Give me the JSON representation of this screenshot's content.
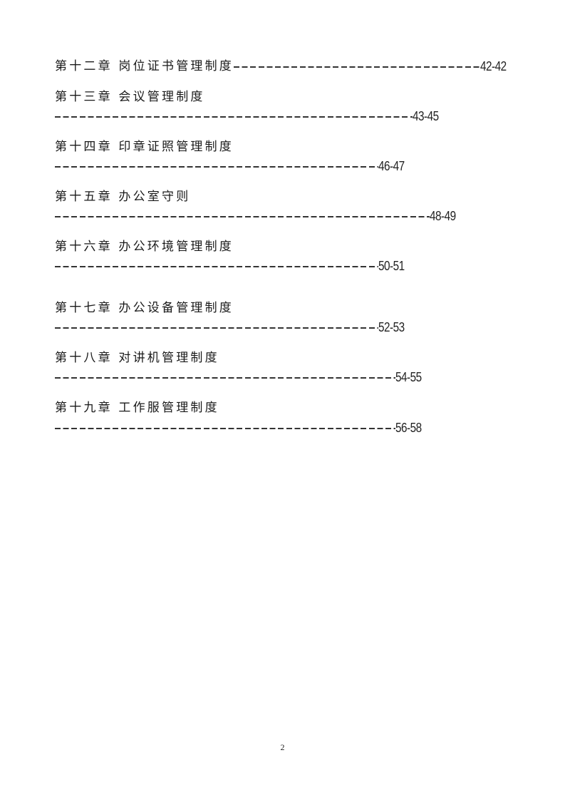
{
  "document": {
    "type": "table-of-contents",
    "page_number": "2"
  },
  "toc": [
    {
      "chapter": "第十二章",
      "title": "岗位证书管理制度",
      "pages": "42-42",
      "layout": "inline"
    },
    {
      "chapter": "第十三章",
      "title": "会议管理制度",
      "pages": "43-45",
      "layout": "wrapped"
    },
    {
      "chapter": "第十四章",
      "title": "印章证照管理制度",
      "pages": "46-47",
      "layout": "wrapped"
    },
    {
      "chapter": "第十五章",
      "title": "办公室守则",
      "pages": "48-49",
      "layout": "wrapped"
    },
    {
      "chapter": "第十六章",
      "title": "办公环境管理制度",
      "pages": "50-51",
      "layout": "wrapped"
    },
    {
      "chapter": "第十七章",
      "title": "办公设备管理制度",
      "pages": "52-53",
      "layout": "wrapped"
    },
    {
      "chapter": "第十八章",
      "title": "对讲机管理制度",
      "pages": "54-55",
      "layout": "wrapped"
    },
    {
      "chapter": "第十九章",
      "title": "工作服管理制度",
      "pages": "56-58",
      "layout": "wrapped"
    }
  ],
  "labels": {
    "ch12": "第十二章 岗位证书管理制度",
    "ch13": "第十三章 会议管理制度",
    "ch14": "第十四章 印章证照管理制度",
    "ch15": "第十五章 办公室守则",
    "ch16": "第十六章 办公环境管理制度",
    "ch17": "第十七章 办公设备管理制度",
    "ch18": "第十八章 对讲机管理制度",
    "ch19": "第十九章 工作服管理制度"
  },
  "colors": {
    "text": "#1a1a1a",
    "leader": "#333333",
    "background": "#ffffff"
  }
}
